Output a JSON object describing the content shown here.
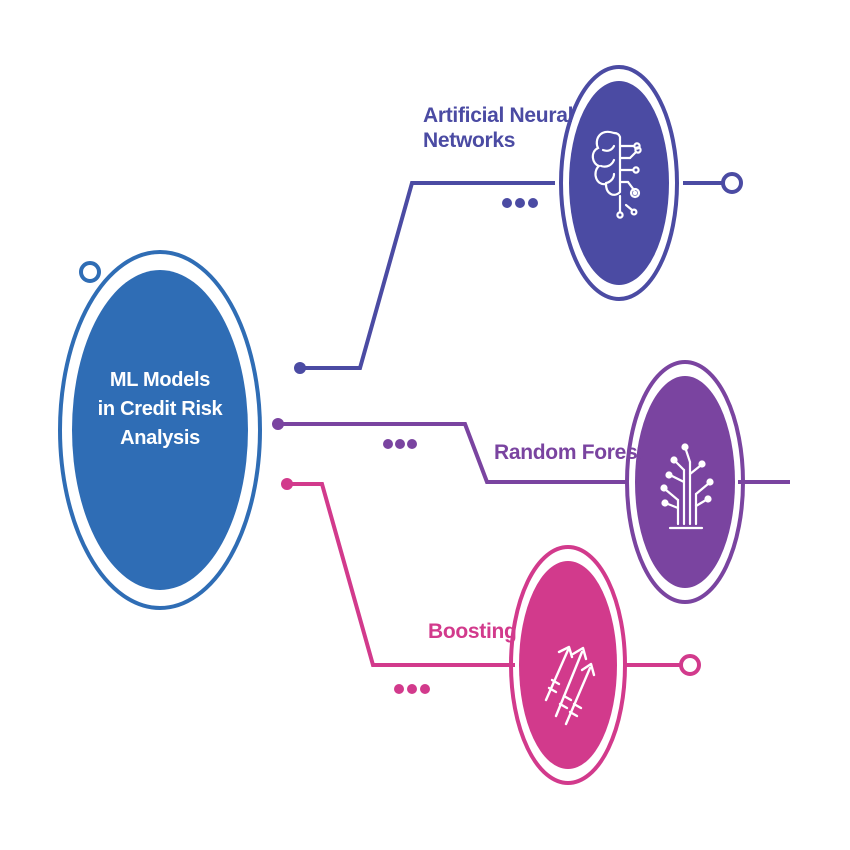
{
  "center": {
    "lines": [
      "ML Models",
      "in Credit Risk",
      "Analysis"
    ],
    "color": "#2f6db5"
  },
  "nodes": [
    {
      "id": "ann",
      "label_lines": [
        "Artificial Neural",
        "Networks"
      ],
      "icon": "brain-circuit-icon",
      "color": "#4b4ba3"
    },
    {
      "id": "rf",
      "label_lines": [
        "Random Forest"
      ],
      "icon": "tree-circuit-icon",
      "color": "#7a44a0"
    },
    {
      "id": "boost",
      "label_lines": [
        "Boosting"
      ],
      "icon": "rising-arrows-icon",
      "color": "#d23a8c"
    }
  ]
}
